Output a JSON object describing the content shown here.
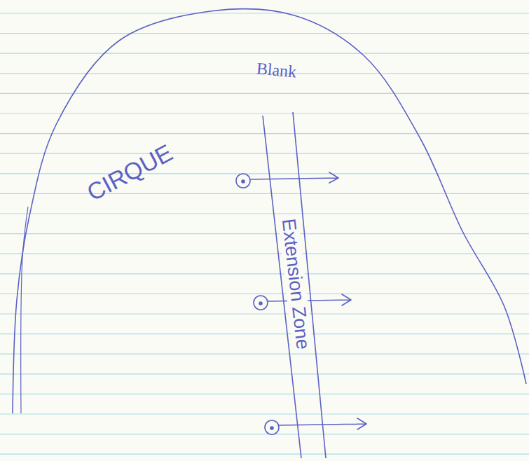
{
  "diagram": {
    "nodes": [
      {
        "text": [
          "CIRQUE"
        ]
      },
      {
        "text": [
          "Extension Zone"
        ],
        "in": 0
      }
    ],
    "labels": [
      "Blank"
    ]
  }
}
